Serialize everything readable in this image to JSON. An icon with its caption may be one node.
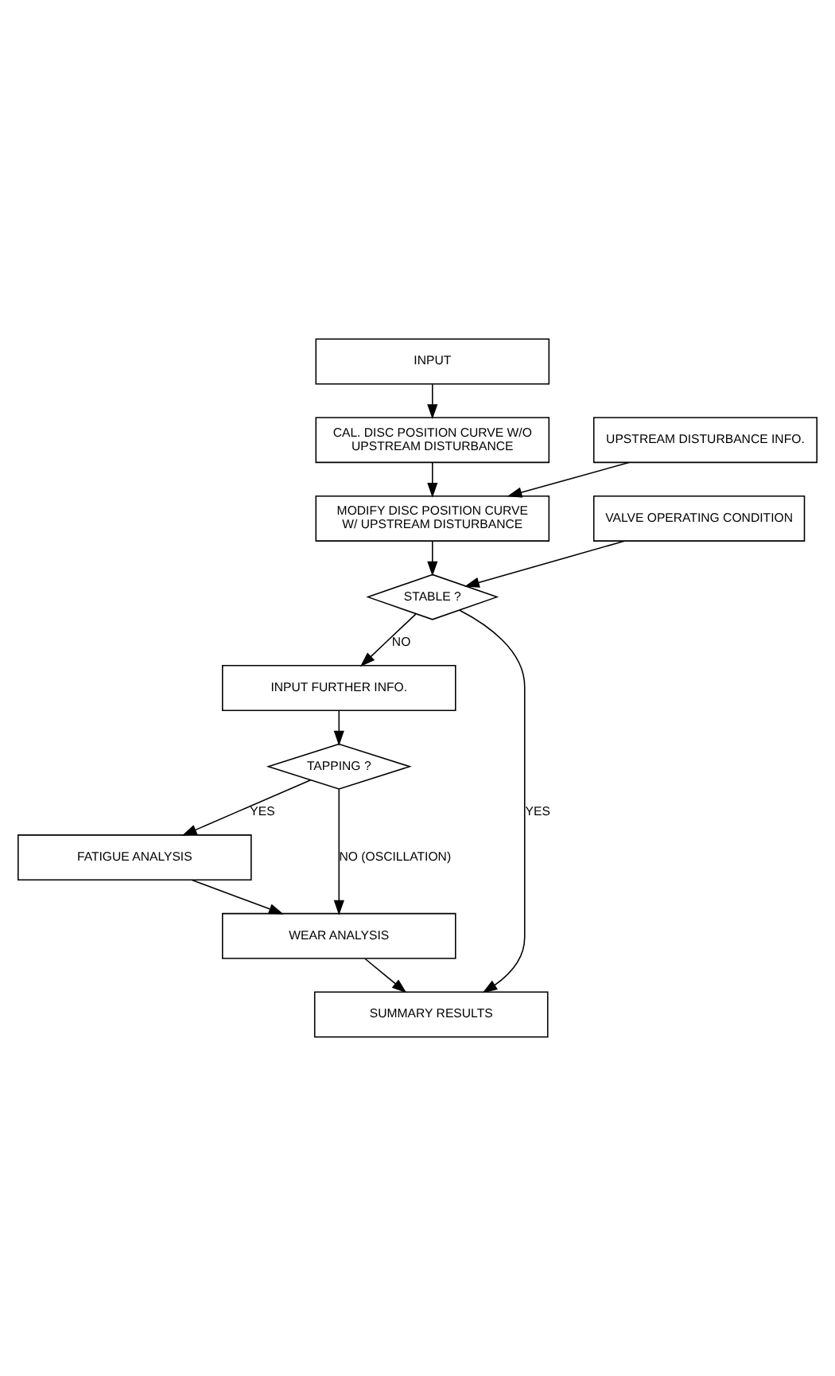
{
  "diagram": {
    "nodes": [
      {
        "text": [
          "INPUT"
        ]
      },
      {
        "text": [
          "CAL. DISC POSITION CURVE W/O UPSTREAM DISTURBANCE"
        ]
      },
      {
        "text": [
          "UPSTREAM DISTURBANCE INFO."
        ]
      },
      {
        "text": [
          "MODIFY DISC POSITION CURVE W/ UPSTREAM DISTURBANCE"
        ]
      },
      {
        "text": [
          "VALVE OPERATING CONDITION"
        ]
      },
      {
        "text": [
          "STABLE ?"
        ]
      },
      {
        "text": [
          "INPUT FURTHER INFO."
        ]
      },
      {
        "text": [
          "TAPPING ?"
        ]
      },
      {
        "text": [
          "FATIGUE ANALYSIS"
        ]
      },
      {
        "text": [
          "WEAR ANALYSIS"
        ]
      },
      {
        "text": [
          "SUMMARY RESULTS"
        ]
      }
    ],
    "edges": [
      {
        "from": 0,
        "to": 1,
        "arrow": "to"
      },
      {
        "from": 1,
        "to": 3,
        "arrow": "to"
      },
      {
        "from": 2,
        "to": 3,
        "arrow": "to"
      },
      {
        "from": 3,
        "to": 5,
        "arrow": "to"
      },
      {
        "from": 4,
        "to": 5,
        "arrow": "to"
      },
      {
        "from": 5,
        "to": 6,
        "arrow": "to",
        "label": "NO"
      },
      {
        "from": 6,
        "to": 7,
        "arrow": "to"
      },
      {
        "from": 7,
        "to": 8,
        "arrow": "to",
        "label": "YES"
      },
      {
        "from": 8,
        "to": 9,
        "arrow": "to"
      },
      {
        "from": 7,
        "to": 9,
        "arrow": "to",
        "label": "NO (OSCILLATION)"
      },
      {
        "from": 9,
        "to": 10,
        "arrow": "to"
      },
      {
        "from": 5,
        "to": 10,
        "arrow": "to",
        "label": "YES"
      }
    ]
  }
}
